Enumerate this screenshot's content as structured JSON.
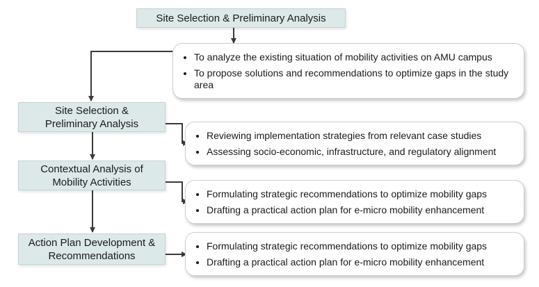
{
  "top": {
    "title": "Site Selection & Preliminary Analysis",
    "bullets": [
      "To analyze the existing situation of mobility activities on AMU campus",
      "To propose solutions and recommendations to optimize gaps in the study area"
    ]
  },
  "steps": [
    {
      "title_line1": "Site Selection &",
      "title_line2": "Preliminary Analysis",
      "bullets": [
        "Reviewing implementation strategies from relevant case studies",
        "Assessing socio-economic, infrastructure, and regulatory alignment"
      ]
    },
    {
      "title_line1": "Contextual Analysis of",
      "title_line2": "Mobility Activities",
      "bullets": [
        "Formulating strategic recommendations to optimize mobility gaps",
        "Drafting a practical action plan for e-micro mobility enhancement"
      ]
    },
    {
      "title_line1": "Action Plan Development &",
      "title_line2": "Recommendations",
      "bullets": [
        "Formulating strategic recommendations to optimize mobility gaps",
        "Drafting a practical action plan for e-micro mobility enhancement"
      ]
    }
  ],
  "colors": {
    "box_fill": "#dde8e8",
    "arrow": "#3a3a3a"
  }
}
